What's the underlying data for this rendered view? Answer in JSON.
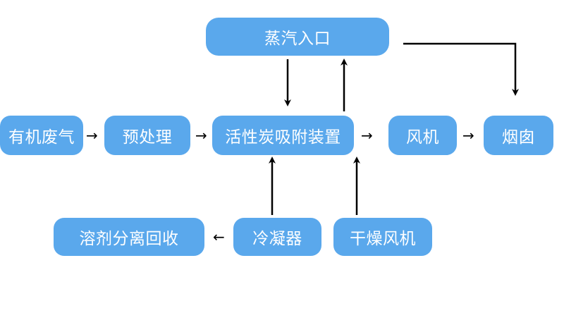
{
  "nodes": {
    "steam_inlet": "蒸汽入口",
    "organic_waste_gas": "有机废气",
    "pretreatment": "预处理",
    "activated_carbon_adsorber": "活性炭吸附装置",
    "fan": "风机",
    "chimney": "烟囱",
    "solvent_separation_recovery": "溶剂分离回收",
    "condenser": "冷凝器",
    "drying_fan": "干燥风机"
  },
  "arrows": {
    "right": "→",
    "left": "←"
  },
  "colors": {
    "node_fill": "#5aa8ec",
    "node_text": "#ffffff",
    "arrow": "#000000"
  }
}
